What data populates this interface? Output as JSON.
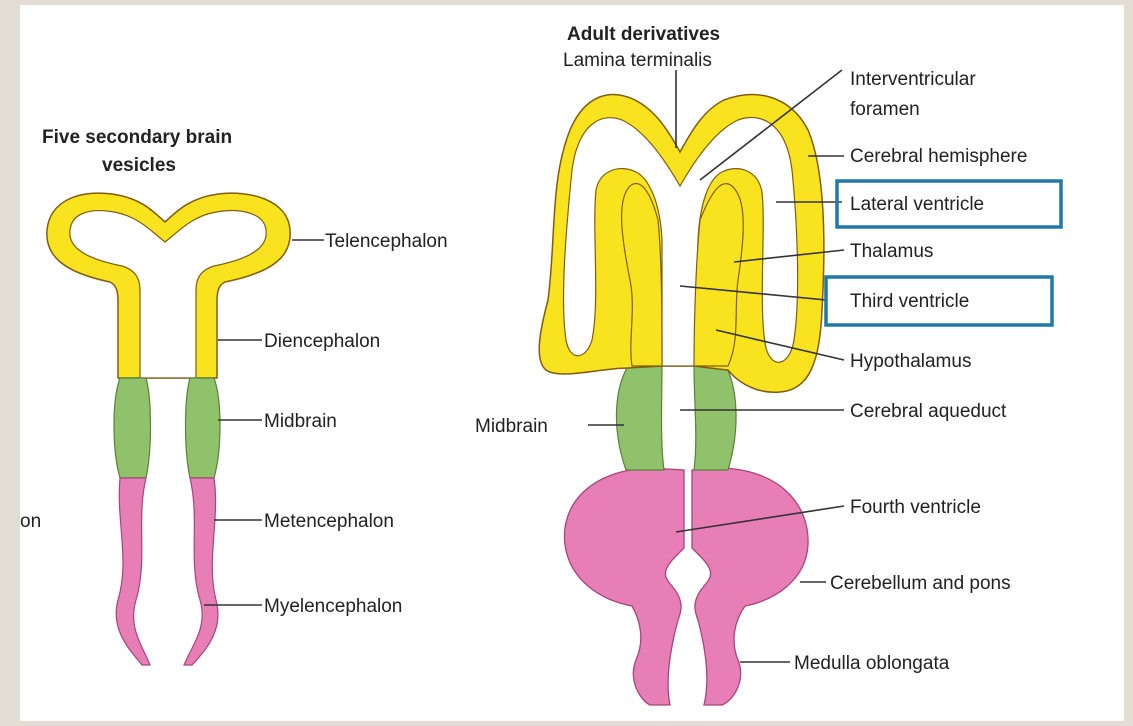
{
  "colors": {
    "background": "#e3ddd4",
    "panel": "#ffffff",
    "forebrain": "#f9e21e",
    "midbrain": "#8fc26a",
    "hindbrain": "#e77fb6",
    "outline": "#7f5e13",
    "highlight_box": "#1f7aa8"
  },
  "left_diagram": {
    "title_line1": "Five secondary brain",
    "title_line2": "vesicles",
    "labels": {
      "telencephalon": "Telencephalon",
      "diencephalon": "Diencephalon",
      "midbrain": "Midbrain",
      "metencephalon": "Metencephalon",
      "myelencephalon": "Myelencephalon",
      "cut_off": "on"
    }
  },
  "right_diagram": {
    "title": "Adult derivatives",
    "labels": {
      "lamina_terminalis": "Lamina terminalis",
      "interventricular_line1": "Interventricular",
      "interventricular_line2": "foramen",
      "cerebral_hemisphere": "Cerebral hemisphere",
      "lateral_ventricle": "Lateral ventricle",
      "thalamus": "Thalamus",
      "third_ventricle": "Third ventricle",
      "hypothalamus": "Hypothalamus",
      "midbrain": "Midbrain",
      "cerebral_aqueduct": "Cerebral aqueduct",
      "fourth_ventricle": "Fourth ventricle",
      "cerebellum_pons": "Cerebellum and pons",
      "medulla": "Medulla oblongata"
    },
    "highlighted": [
      "Lateral ventricle",
      "Third ventricle"
    ]
  }
}
